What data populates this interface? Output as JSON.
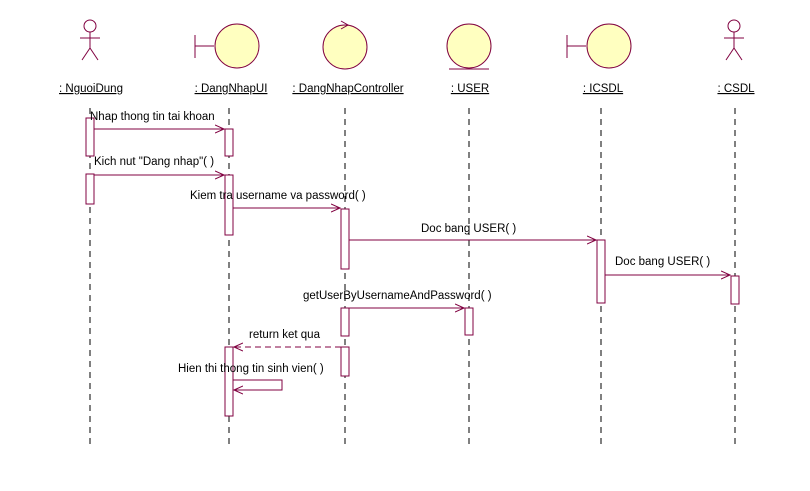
{
  "diagram": {
    "lifelines": [
      {
        "name": ": NguoiDung",
        "kind": "actor"
      },
      {
        "name": ": DangNhapUI",
        "kind": "boundary"
      },
      {
        "name": ": DangNhapController",
        "kind": "control"
      },
      {
        "name": ": USER",
        "kind": "entity"
      },
      {
        "name": ": ICSDL",
        "kind": "boundary"
      },
      {
        "name": ": CSDL",
        "kind": "actor"
      }
    ],
    "messages": [
      {
        "label": "Nhap thong tin tai khoan",
        "from": 0,
        "to": 1,
        "type": "sync"
      },
      {
        "label": "Kich nut \"Dang nhap\"( )",
        "from": 0,
        "to": 1,
        "type": "sync"
      },
      {
        "label": "Kiem tra username va password( )",
        "from": 1,
        "to": 2,
        "type": "sync"
      },
      {
        "label": "Doc bang USER( )",
        "from": 2,
        "to": 4,
        "type": "sync"
      },
      {
        "label": "Doc bang USER( )",
        "from": 4,
        "to": 5,
        "type": "sync"
      },
      {
        "label": "getUserByUsernameAndPassword( )",
        "from": 2,
        "to": 3,
        "type": "sync"
      },
      {
        "label": "return ket qua",
        "from": 2,
        "to": 1,
        "type": "return"
      },
      {
        "label": "Hien thi thong tin sinh vien( )",
        "from": 1,
        "to": 1,
        "type": "self"
      }
    ],
    "colors": {
      "lifeline_icon": "#800040",
      "message": "#800040",
      "lifeline": "#000000",
      "text": "#000000"
    }
  }
}
